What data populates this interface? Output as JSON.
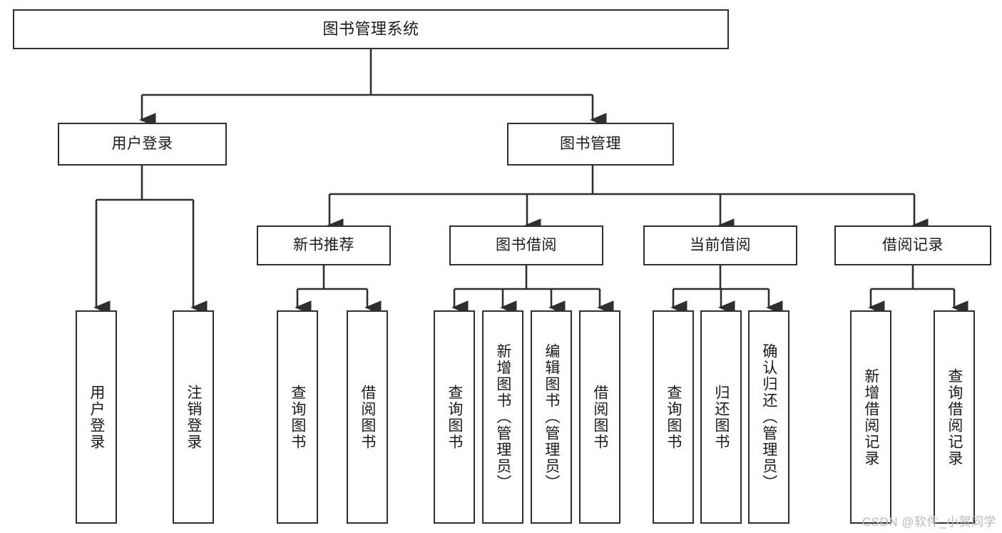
{
  "diagram": {
    "title": "图书管理系统",
    "type": "hierarchy-tree",
    "watermark": "CSDN @软件_小贺同学",
    "style": {
      "box_border_color": "#2f2f2f",
      "box_fill_color": "#ffffff",
      "edge_color": "#2f2f2f",
      "text_color": "#1a1a1a",
      "watermark_color": "#b9b9b9"
    },
    "levels": {
      "root": "图书管理系统",
      "level2": [
        "用户登录",
        "图书管理"
      ],
      "level3": [
        "新书推荐",
        "图书借阅",
        "当前借阅",
        "借阅记录"
      ]
    },
    "nodes": {
      "root": {
        "label": "图书管理系统"
      },
      "user_login": {
        "label": "用户登录"
      },
      "book_manage": {
        "label": "图书管理"
      },
      "new_book_rec": {
        "label": "新书推荐"
      },
      "book_borrow": {
        "label": "图书借阅"
      },
      "current_borrow": {
        "label": "当前借阅"
      },
      "borrow_record": {
        "label": "借阅记录"
      },
      "leaf_user_login": {
        "label": "用户登录"
      },
      "leaf_logout": {
        "label": "注销登录"
      },
      "leaf_query_book_1": {
        "label": "查询图书"
      },
      "leaf_borrow_book_1": {
        "label": "借阅图书"
      },
      "leaf_query_book_2": {
        "label": "查询图书"
      },
      "leaf_add_book": {
        "label": "新增图书（管理员）"
      },
      "leaf_edit_book": {
        "label": "编辑图书（管理员）"
      },
      "leaf_borrow_book_2": {
        "label": "借阅图书"
      },
      "leaf_query_book_3": {
        "label": "查询图书"
      },
      "leaf_return_book": {
        "label": "归还图书"
      },
      "leaf_confirm_return": {
        "label": "确认归还（管理员）"
      },
      "leaf_add_record": {
        "label": "新增借阅记录"
      },
      "leaf_query_record": {
        "label": "查询借阅记录"
      }
    }
  }
}
